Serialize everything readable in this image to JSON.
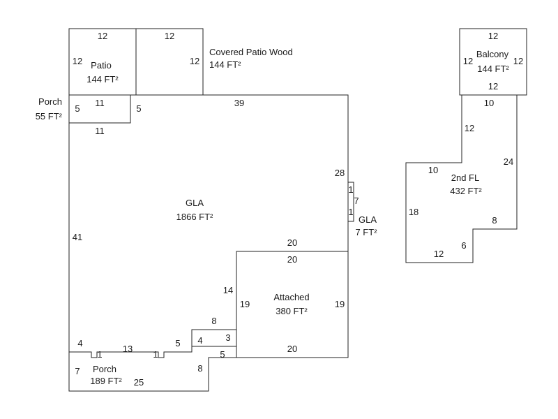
{
  "areas": {
    "patio": {
      "name": "Patio",
      "area": "144 FT²"
    },
    "covered_patio": {
      "name": "Covered Patio Wood",
      "area": "144 FT²"
    },
    "porch_left": {
      "name": "Porch",
      "area": "55 FT²"
    },
    "gla_main": {
      "name": "GLA",
      "area": "1866 FT²"
    },
    "gla_small": {
      "name": "GLA",
      "area": "7 FT²"
    },
    "attached": {
      "name": "Attached",
      "area": "380 FT²"
    },
    "porch_bottom": {
      "name": "Porch",
      "area": "189 FT²"
    },
    "balcony": {
      "name": "Balcony",
      "area": "144 FT²"
    },
    "second_floor": {
      "name": "2nd FL",
      "area": "432 FT²"
    }
  },
  "dimensions": {
    "patio_top": "12",
    "patio_left": "12",
    "covered_top": "12",
    "covered_right": "12",
    "porch_left_side": "5",
    "porch_top": "11",
    "porch_right": "5",
    "porch_bottom_edge": "11",
    "gla_top": "39",
    "gla_right": "28",
    "gla_left": "41",
    "gla_notch_a": "1",
    "gla_notch_b": "7",
    "gla_notch_c": "1",
    "attached_top_outer": "20",
    "attached_top_inner": "20",
    "attached_left": "19",
    "attached_right": "19",
    "attached_bottom": "20",
    "gla_step_14": "14",
    "gla_step_8": "8",
    "step_4_right": "4",
    "step_3": "3",
    "step_5_lower": "5",
    "bottom_4_left": "4",
    "bottom_1_a": "1",
    "bottom_13": "13",
    "bottom_1_b": "1",
    "bottom_5": "5",
    "porch_bottom_left": "7",
    "porch_bottom_right": "8",
    "porch_bottom_base": "25",
    "balcony_top": "12",
    "balcony_left": "12",
    "balcony_right": "12",
    "balcony_bottom": "12",
    "second_top": "10",
    "second_step_12": "12",
    "second_step_10": "10",
    "second_right": "24",
    "second_left": "18",
    "second_step_8": "8",
    "second_step_6": "6",
    "second_bottom": "12"
  }
}
